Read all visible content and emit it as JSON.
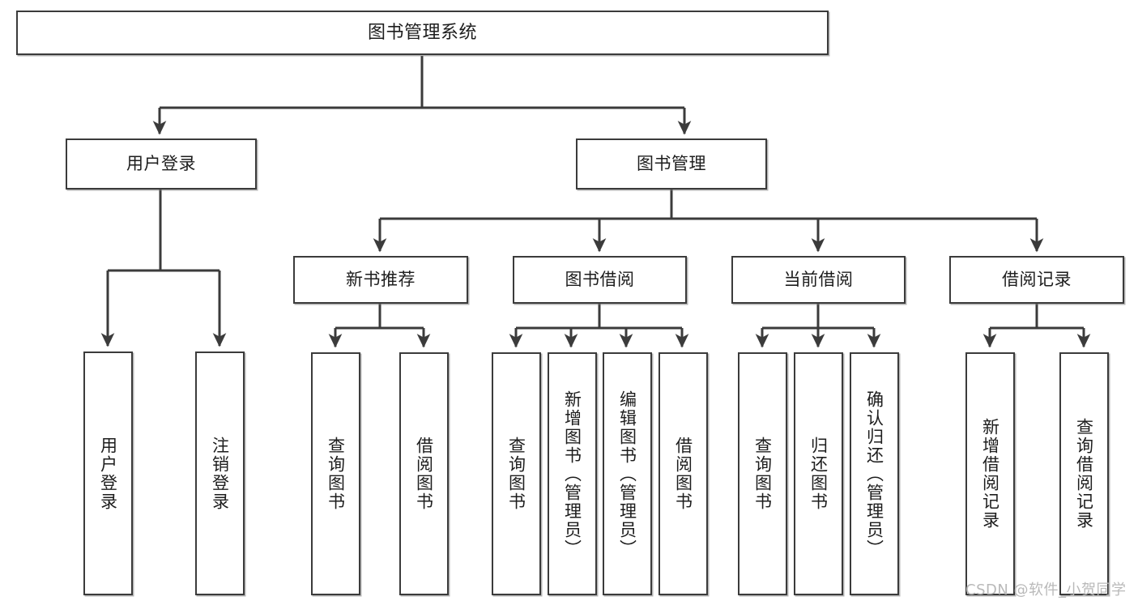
{
  "diagram": {
    "title": "图书管理系统",
    "type": "hierarchy-tree",
    "watermark": "CSDN @软件_小贺同学",
    "colors": {
      "box_border": "#3b3b3b",
      "box_fill": "#ffffff",
      "connector": "#3b3b3b",
      "text": "#1d1d1d",
      "watermark": "#b9b9b9"
    },
    "levels": [
      {
        "level": 1,
        "nodes": [
          {
            "id": "root",
            "label": "图书管理系统",
            "orientation": "horizontal"
          }
        ]
      },
      {
        "level": 2,
        "nodes": [
          {
            "id": "user-login",
            "label": "用户登录",
            "orientation": "horizontal",
            "parent": "root"
          },
          {
            "id": "book-manage",
            "label": "图书管理",
            "orientation": "horizontal",
            "parent": "root"
          }
        ]
      },
      {
        "level": 3,
        "nodes": [
          {
            "id": "new-book-rec",
            "label": "新书推荐",
            "orientation": "horizontal",
            "parent": "book-manage"
          },
          {
            "id": "book-borrow",
            "label": "图书借阅",
            "orientation": "horizontal",
            "parent": "book-manage"
          },
          {
            "id": "current-borrow",
            "label": "当前借阅",
            "orientation": "horizontal",
            "parent": "book-manage"
          },
          {
            "id": "borrow-record",
            "label": "借阅记录",
            "orientation": "horizontal",
            "parent": "book-manage"
          }
        ]
      },
      {
        "level": 4,
        "nodes": [
          {
            "id": "leaf-user-login",
            "label": "用户登录",
            "orientation": "vertical",
            "parent": "user-login"
          },
          {
            "id": "leaf-logout",
            "label": "注销登录",
            "orientation": "vertical",
            "parent": "user-login"
          },
          {
            "id": "leaf-query-book-1",
            "label": "查询图书",
            "orientation": "vertical",
            "parent": "new-book-rec"
          },
          {
            "id": "leaf-borrow-book-1",
            "label": "借阅图书",
            "orientation": "vertical",
            "parent": "new-book-rec"
          },
          {
            "id": "leaf-query-book-2",
            "label": "查询图书",
            "orientation": "vertical",
            "parent": "book-borrow"
          },
          {
            "id": "leaf-add-book",
            "label": "新增图书（管理员）",
            "orientation": "vertical",
            "parent": "book-borrow"
          },
          {
            "id": "leaf-edit-book",
            "label": "编辑图书（管理员）",
            "orientation": "vertical",
            "parent": "book-borrow"
          },
          {
            "id": "leaf-borrow-book-2",
            "label": "借阅图书",
            "orientation": "vertical",
            "parent": "book-borrow"
          },
          {
            "id": "leaf-query-book-3",
            "label": "查询图书",
            "orientation": "vertical",
            "parent": "current-borrow"
          },
          {
            "id": "leaf-return-book",
            "label": "归还图书",
            "orientation": "vertical",
            "parent": "current-borrow"
          },
          {
            "id": "leaf-confirm-return",
            "label": "确认归还（管理员）",
            "orientation": "vertical",
            "parent": "current-borrow"
          },
          {
            "id": "leaf-add-record",
            "label": "新增借阅记录",
            "orientation": "vertical",
            "parent": "borrow-record"
          },
          {
            "id": "leaf-query-record",
            "label": "查询借阅记录",
            "orientation": "vertical",
            "parent": "borrow-record"
          }
        ]
      }
    ]
  }
}
